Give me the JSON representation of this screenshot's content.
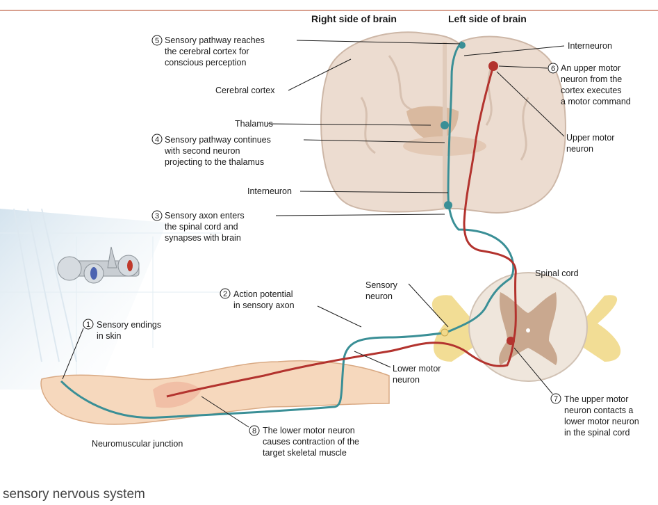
{
  "headers": {
    "right_brain": "Right side of brain",
    "left_brain": "Left side of brain"
  },
  "steps": [
    {
      "num": "1",
      "lines": [
        "Sensory endings",
        "in skin"
      ]
    },
    {
      "num": "2",
      "lines": [
        "Action potential",
        "in sensory axon"
      ]
    },
    {
      "num": "3",
      "lines": [
        "Sensory axon enters",
        "the spinal cord and",
        "synapses with brain"
      ]
    },
    {
      "num": "4",
      "lines": [
        "Sensory pathway continues",
        "with second neuron",
        "projecting to the thalamus"
      ]
    },
    {
      "num": "5",
      "lines": [
        "Sensory pathway reaches",
        "the cerebral cortex for",
        "conscious perception"
      ]
    },
    {
      "num": "6",
      "lines": [
        "An upper motor",
        "neuron from the",
        "cortex executes",
        "a motor command"
      ]
    },
    {
      "num": "7",
      "lines": [
        "The upper motor",
        "neuron contacts a",
        "lower motor neuron",
        "in the spinal cord"
      ]
    },
    {
      "num": "8",
      "lines": [
        "The  lower motor neuron",
        "causes contraction of the",
        "target skeletal muscle"
      ]
    }
  ],
  "labels": {
    "cerebral_cortex": "Cerebral cortex",
    "thalamus": "Thalamus",
    "interneuron_mid": "Interneuron",
    "interneuron_top": "Interneuron",
    "upper_motor": [
      "Upper motor",
      "neuron"
    ],
    "spinal_cord": "Spinal cord",
    "sensory_neuron": [
      "Sensory",
      "neuron"
    ],
    "lower_motor": [
      "Lower motor",
      "neuron"
    ],
    "nmj": "Neuromuscular junction"
  },
  "caption": "sensory nervous system",
  "colors": {
    "sensory_axon": "#3a8f96",
    "motor_axon": "#b3332e",
    "brain_tissue": "#ecdcd0",
    "spinal_cord": "#efe6dc",
    "nerve_root": "#f1d98a",
    "skin": "#f6d8bd"
  }
}
